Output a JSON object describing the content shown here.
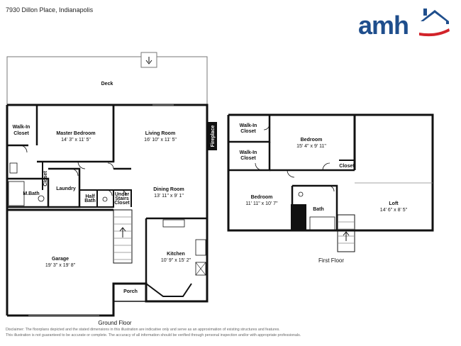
{
  "address": "7930 Dillon Place, Indianapolis",
  "logo": {
    "text": "amh",
    "brand_color": "#1f4e8c",
    "accent_color": "#d2232a"
  },
  "floors": {
    "ground": "Ground Floor",
    "first": "First Floor"
  },
  "rooms": {
    "deck": "Deck",
    "walkin_closet_ground": "Walk-In\nCloset",
    "master_bedroom": "Master Bedroom",
    "master_bedroom_dim": "14' 3\" x 11' 5\"",
    "living_room": "Living Room",
    "living_room_dim": "16' 10\" x 11' 5\"",
    "fireplace": "Fireplace",
    "closet_small": "Closet",
    "laundry": "Laundry",
    "m_bath": "M.Bath",
    "half_bath": "Half\nBath",
    "under_stairs_closet": "Under\nStairs\nCloset",
    "dining_room": "Dining Room",
    "dining_room_dim": "13' 11\" x 9' 1\"",
    "garage": "Garage",
    "garage_dim": "19' 3\" x 19' 8\"",
    "kitchen": "Kitchen",
    "kitchen_dim": "10' 9\" x 15' 2\"",
    "porch": "Porch",
    "walkin_closet_upper_1": "Walk-In\nCloset",
    "walkin_closet_upper_2": "Walk-In\nCloset",
    "bedroom_a": "Bedroom",
    "bedroom_a_dim": "15' 4\" x 9' 11\"",
    "closet_upper": "Closet",
    "bedroom_b": "Bedroom",
    "bedroom_b_dim": "11' 11\" x 10' 7\"",
    "bath_upper": "Bath",
    "loft": "Loft",
    "loft_dim": "14' 6\" x 8' 5\""
  },
  "disclaimer": {
    "line1": "Disclaimer: The floorplans depicted and the stated dimensions in this illustration are indicative only and serve as an approximation of existing structures and features.",
    "line2": "This illustration is not guaranteed to be accurate or complete. The accuracy of all information should be verified through personal inspection and/or with appropriate professionals."
  }
}
